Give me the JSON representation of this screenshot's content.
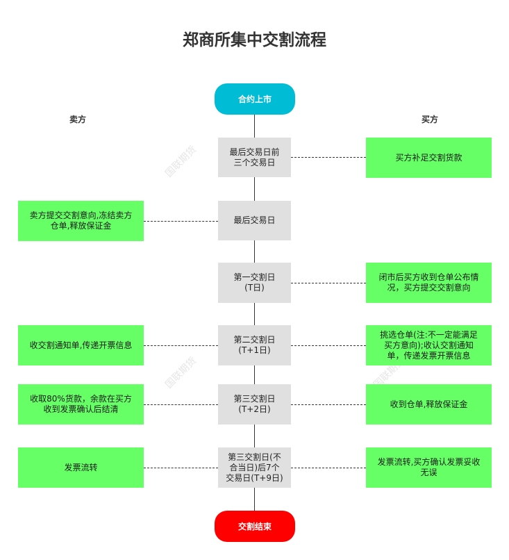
{
  "title": "郑商所集中交割流程",
  "labels": {
    "seller": "卖方",
    "buyer": "买方"
  },
  "start": "合约上市",
  "end": "交割结束",
  "steps": [
    "最后交易日前\n三个交易日",
    "最后交易日",
    "第一交割日\n(T日)",
    "第二交割日\n(T+1日)",
    "第三交割日\n(T+2日)",
    "第三交割日(不\n合当日)后7个\n交易日(T+9日)"
  ],
  "seller_actions": {
    "s1": "卖方提交交割意向,冻结卖方\n仓单,释放保证金",
    "s3": "收交割通知单,传递开票信息",
    "s4": "收取80%货款，余款在买方\n收到发票确认后结清",
    "s5": "发票流转"
  },
  "buyer_actions": {
    "s0": "买方补足交割货款",
    "s2": "闭市后买方收到仓单公布情\n况，买方提交交割意向",
    "s3": "挑选仓单(注:不一定能满足\n买方意向);收认交割通知\n单，传递发票开票信息",
    "s4": "收到仓单,释放保证金",
    "s5": "发票流转,买方确认发票妥收\n无误"
  },
  "watermark": "国联期货",
  "colors": {
    "start_pill": "#00bcd4",
    "end_pill": "#ff0000",
    "step_box": "#e0e0e0",
    "action_box": "#66ff66"
  }
}
